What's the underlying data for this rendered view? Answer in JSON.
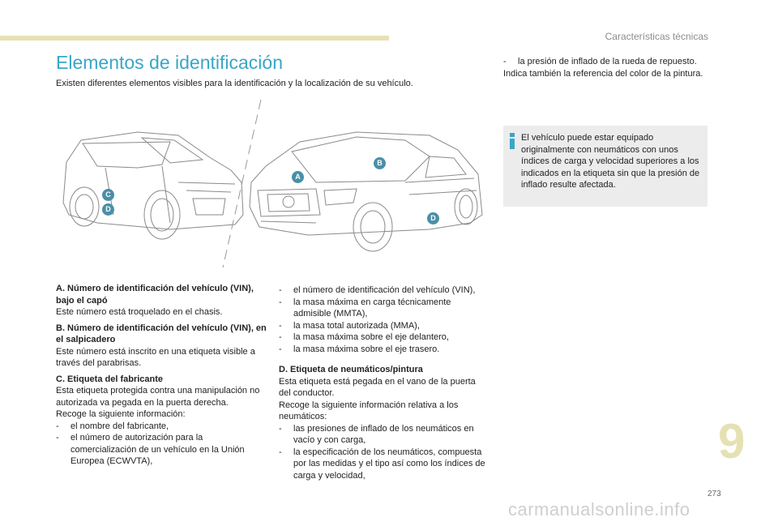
{
  "header": {
    "section_title": "Características técnicas"
  },
  "main": {
    "title": "Elementos de identificación",
    "intro": "Existen diferentes elementos visibles para la identificación y la localización de su vehículo."
  },
  "figure": {
    "labels": [
      "A",
      "B",
      "C",
      "D",
      "D"
    ],
    "badge_color": "#4a8fa8"
  },
  "col1": {
    "a_title": "A. Número de identificación del vehículo (VIN), bajo el capó",
    "a_text": "Este número está troquelado en el chasis.",
    "b_title": "B. Número de identificación del vehículo (VIN), en el salpicadero",
    "b_text": "Este número está inscrito en una etiqueta visible a través del parabrisas.",
    "c_title": "C. Etiqueta del fabricante",
    "c_text": "Esta etiqueta protegida contra una manipulación no autorizada va pegada en la puerta derecha.",
    "c_text2": "Recoge la siguiente información:",
    "c_list": [
      "el nombre del fabricante,",
      "el número de autorización para la comercialización de un vehículo en la Unión Europea (ECWVTA),"
    ]
  },
  "col2": {
    "list1": [
      "el número de identificación del vehículo (VIN),",
      "la masa máxima en carga técnicamente admisible (MMTA),",
      "la masa total autorizada (MMA),",
      "la masa máxima sobre el eje delantero,",
      "la masa máxima sobre el eje trasero."
    ],
    "d_title": "D. Etiqueta de neumáticos/pintura",
    "d_text": "Esta etiqueta está pegada en el vano de la puerta del conductor.",
    "d_text2": "Recoge la siguiente información relativa a los neumáticos:",
    "d_list": [
      "las presiones de inflado de los neumáticos en vacío y con carga,",
      "la especificación de los neumáticos, compuesta por las medidas y el tipo así como los índices de carga y velocidad,"
    ]
  },
  "col3": {
    "list": [
      "la presión de inflado de la rueda de repuesto."
    ],
    "text": "Indica también la referencia del color de la pintura."
  },
  "notice": {
    "text": "El vehículo puede estar equipado originalmente con neumáticos con unos índices de carga y velocidad superiores a los indicados en la etiqueta sin que la presión de inflado resulte afectada.",
    "icon_color": "#3aa6c7"
  },
  "footer": {
    "chapter": "9",
    "page": "273",
    "watermark": "carmanualsonline.info"
  },
  "dash": "-"
}
